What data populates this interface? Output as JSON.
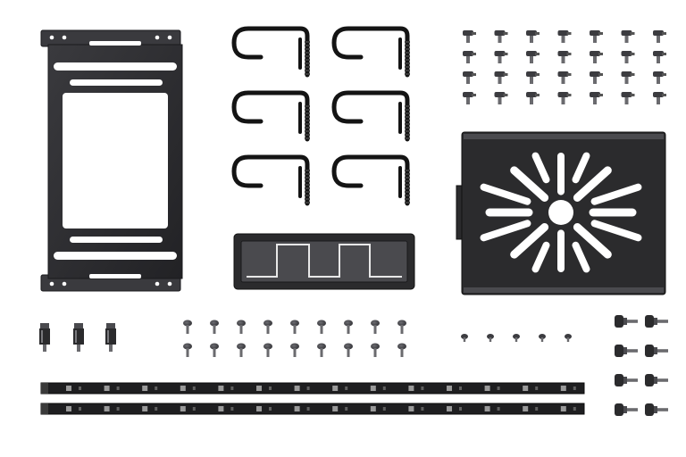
{
  "scene": {
    "background": "#ffffff",
    "metal_dark": "#2b2b2d",
    "metal_mid": "#4a4a4e",
    "metal_edge": "#1a1a1c",
    "rubber": "#141414",
    "screw_head": "#3c3c40",
    "screw_shaft": "#6a6a6e",
    "led": "#9a9a9a",
    "items": [
      {
        "name": "vertical-gpu-bracket",
        "count": 1
      },
      {
        "name": "cable-clip",
        "count": 6
      },
      {
        "name": "hdd-screw",
        "count": 28
      },
      {
        "name": "ssd-tray",
        "count": 1
      },
      {
        "name": "radiator-mount-plate",
        "count": 1
      },
      {
        "name": "standoff",
        "count": 3
      },
      {
        "name": "fan-screw",
        "count": 18
      },
      {
        "name": "small-screw",
        "count": 5
      },
      {
        "name": "thumb-screw",
        "count": 8
      },
      {
        "name": "led-strip",
        "count": 2
      }
    ]
  }
}
